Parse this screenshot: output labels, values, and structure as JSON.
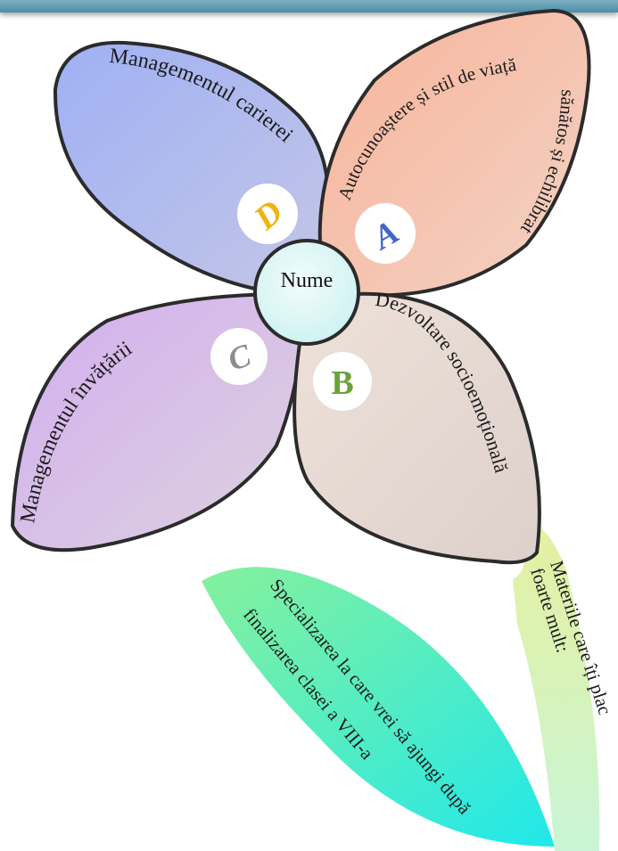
{
  "center": {
    "name": "Nume"
  },
  "petals": [
    {
      "id": "A",
      "letter": "A",
      "label_line1": "Autocunoaștere și stil de viață",
      "label_line2": "sănătos și echilibrat",
      "fill": "#f6b9a0",
      "letter_color": "#3f67c4"
    },
    {
      "id": "B",
      "letter": "B",
      "label": "Dezvoltare socioemoțională",
      "fill": "#e7d9d2",
      "letter_color": "#6aa23a"
    },
    {
      "id": "C",
      "letter": "C",
      "label": "Managementul învățării",
      "fill": "#d3b3ea",
      "letter_color": "#8c8c8c"
    },
    {
      "id": "D",
      "letter": "D",
      "label": "Managementul carierei",
      "fill": "#a9b7f2",
      "letter_color": "#f2b20e"
    }
  ],
  "stem": {
    "label_line1": "Materiile care îți plac",
    "label_line2": "foarte mult:",
    "color": "#dff0a4"
  },
  "leaf": {
    "label_line1": "Specializarea la care vrei să ajungi după",
    "label_line2": "finalizarea clasei a VIII-a",
    "color_start": "#7ef0a0",
    "color_end": "#28e8e4"
  },
  "header_bar": {
    "color": "#5a98b1"
  }
}
